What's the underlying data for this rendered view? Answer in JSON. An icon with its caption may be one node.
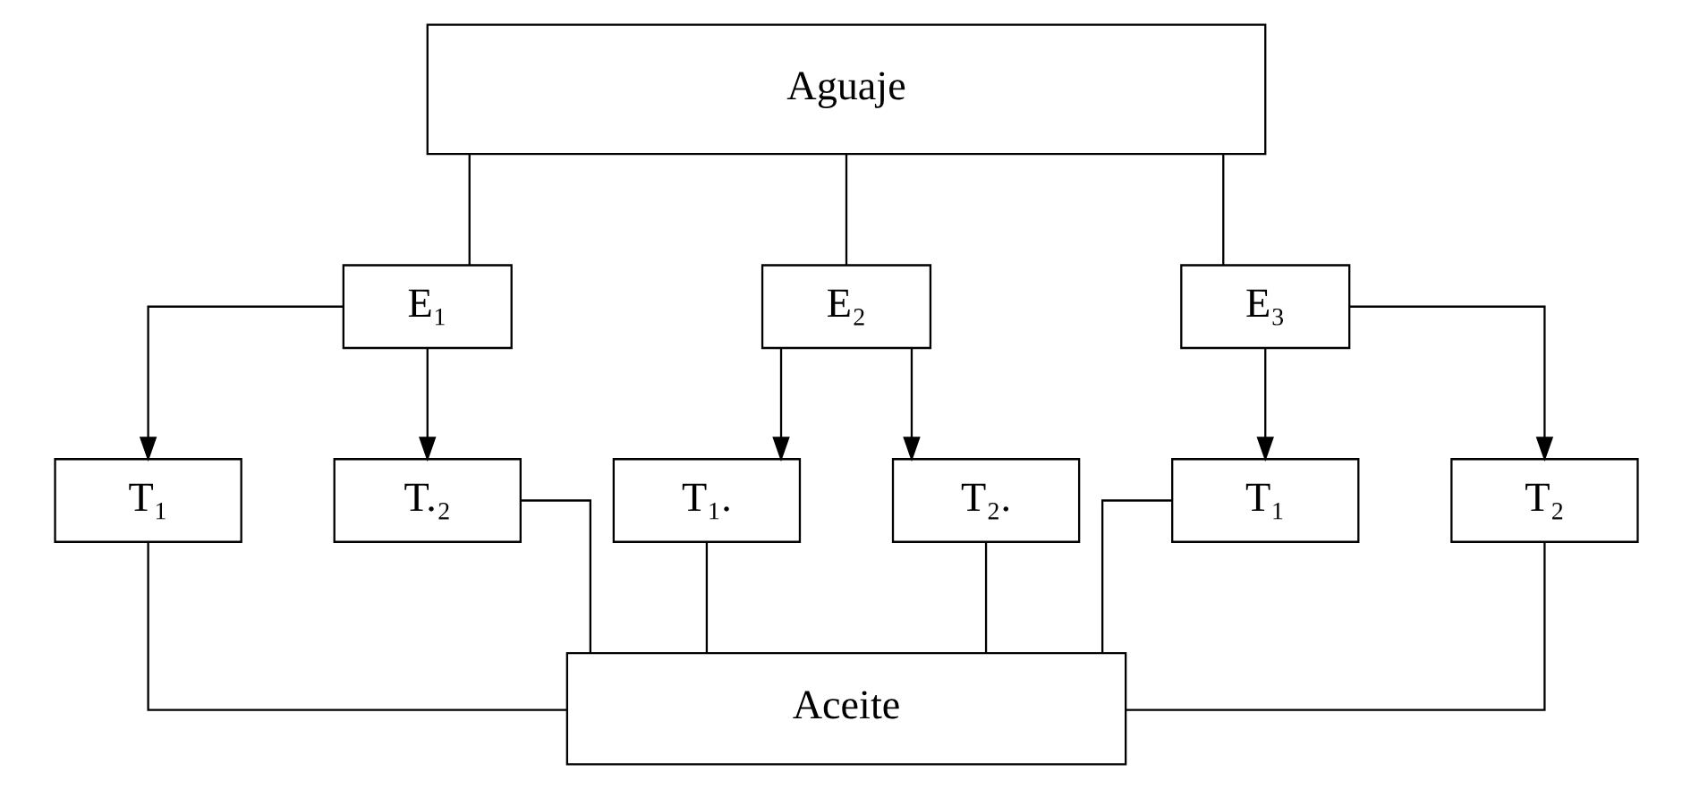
{
  "diagram": {
    "nodes": [
      {
        "text": [
          "Aguaje"
        ]
      },
      {
        "text": [
          "E₁"
        ]
      },
      {
        "text": [
          "E₂"
        ]
      },
      {
        "text": [
          "E₃"
        ]
      },
      {
        "text": [
          "T₁"
        ]
      },
      {
        "text": [
          "T.₂"
        ]
      },
      {
        "text": [
          "T₁."
        ]
      },
      {
        "text": [
          "T₂."
        ]
      },
      {
        "text": [
          "T₁"
        ]
      },
      {
        "text": [
          "T₂"
        ]
      },
      {
        "text": [
          "Aceite"
        ]
      }
    ],
    "edges": [
      {
        "from": 0,
        "to": 1,
        "arrow": "none"
      },
      {
        "from": 0,
        "to": 2,
        "arrow": "none"
      },
      {
        "from": 0,
        "to": 3,
        "arrow": "none"
      },
      {
        "from": 1,
        "to": 4,
        "arrow": "to"
      },
      {
        "from": 1,
        "to": 5,
        "arrow": "to"
      },
      {
        "from": 2,
        "to": 6,
        "arrow": "to"
      },
      {
        "from": 2,
        "to": 7,
        "arrow": "to"
      },
      {
        "from": 3,
        "to": 8,
        "arrow": "to"
      },
      {
        "from": 3,
        "to": 9,
        "arrow": "to"
      },
      {
        "from": 4,
        "to": 10,
        "arrow": "none"
      },
      {
        "from": 5,
        "to": 10,
        "arrow": "none"
      },
      {
        "from": 6,
        "to": 10,
        "arrow": "none"
      },
      {
        "from": 7,
        "to": 10,
        "arrow": "none"
      },
      {
        "from": 8,
        "to": 10,
        "arrow": "none"
      },
      {
        "from": 9,
        "to": 10,
        "arrow": "none"
      }
    ]
  }
}
